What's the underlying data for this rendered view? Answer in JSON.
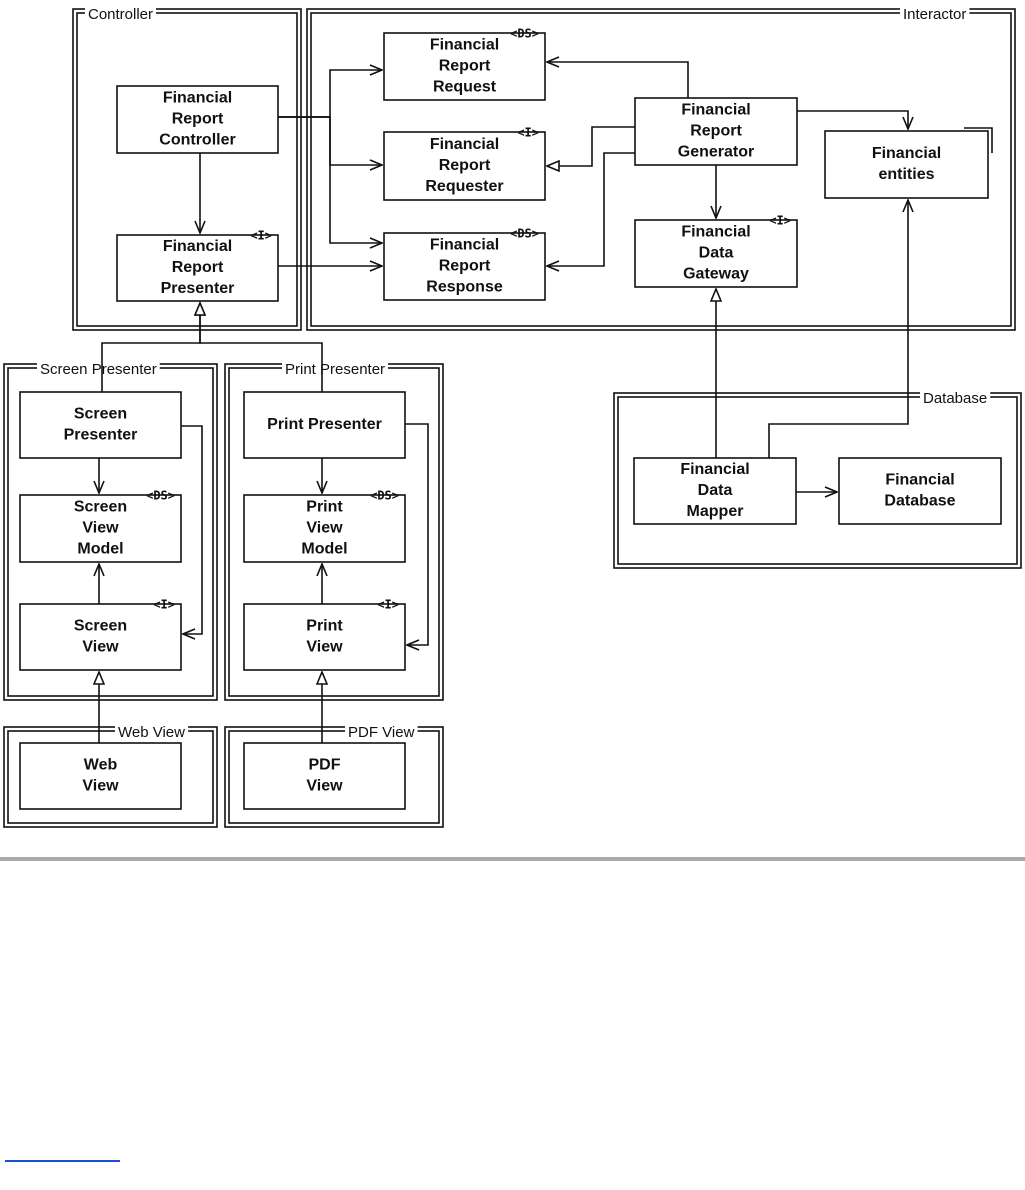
{
  "colors": {
    "ink": "#111111",
    "divider": "#a9a9a9",
    "link": "#1a4fd6",
    "background": "#ffffff"
  },
  "frames": [
    {
      "id": "controller",
      "label": "Controller"
    },
    {
      "id": "interactor",
      "label": "Interactor"
    },
    {
      "id": "screen-presenter",
      "label": "Screen Presenter"
    },
    {
      "id": "print-presenter",
      "label": "Print Presenter"
    },
    {
      "id": "database",
      "label": "Database"
    },
    {
      "id": "web-view",
      "label": "Web View"
    },
    {
      "id": "pdf-view",
      "label": "PDF View"
    }
  ],
  "components": [
    {
      "id": "financial-report-controller",
      "lines": [
        "Financial",
        "Report",
        "Controller"
      ],
      "stereotype": ""
    },
    {
      "id": "financial-report-presenter",
      "lines": [
        "Financial",
        "Report",
        "Presenter"
      ],
      "stereotype": "<I>"
    },
    {
      "id": "financial-report-request",
      "lines": [
        "Financial",
        "Report",
        "Request"
      ],
      "stereotype": "<DS>"
    },
    {
      "id": "financial-report-requester",
      "lines": [
        "Financial",
        "Report",
        "Requester"
      ],
      "stereotype": "<I>"
    },
    {
      "id": "financial-report-response",
      "lines": [
        "Financial",
        "Report",
        "Response"
      ],
      "stereotype": "<DS>"
    },
    {
      "id": "financial-report-generator",
      "lines": [
        "Financial",
        "Report",
        "Generator"
      ],
      "stereotype": ""
    },
    {
      "id": "financial-data-gateway",
      "lines": [
        "Financial",
        "Data",
        "Gateway"
      ],
      "stereotype": "<I>"
    },
    {
      "id": "financial-entities",
      "lines": [
        "Financial",
        "entities"
      ],
      "stereotype": ""
    },
    {
      "id": "screen-presenter-box",
      "lines": [
        "Screen",
        "Presenter"
      ],
      "stereotype": ""
    },
    {
      "id": "screen-view-model",
      "lines": [
        "Screen",
        "View",
        "Model"
      ],
      "stereotype": "<DS>"
    },
    {
      "id": "screen-view",
      "lines": [
        "Screen",
        "View"
      ],
      "stereotype": "<I>"
    },
    {
      "id": "print-presenter-box",
      "lines": [
        "Print Presenter"
      ],
      "stereotype": ""
    },
    {
      "id": "print-view-model",
      "lines": [
        "Print",
        "View",
        "Model"
      ],
      "stereotype": "<DS>"
    },
    {
      "id": "print-view",
      "lines": [
        "Print",
        "View"
      ],
      "stereotype": "<I>"
    },
    {
      "id": "financial-data-mapper",
      "lines": [
        "Financial",
        "Data",
        "Mapper"
      ],
      "stereotype": ""
    },
    {
      "id": "financial-database",
      "lines": [
        "Financial",
        "Database"
      ],
      "stereotype": ""
    },
    {
      "id": "web-view-box",
      "lines": [
        "Web",
        "View"
      ],
      "stereotype": ""
    },
    {
      "id": "pdf-view-box",
      "lines": [
        "PDF",
        "View"
      ],
      "stereotype": ""
    }
  ],
  "connections": [
    {
      "id": "controller-to-request",
      "from": "financial-report-controller",
      "to": "financial-report-request",
      "kind": "uses"
    },
    {
      "id": "controller-to-requester",
      "from": "financial-report-controller",
      "to": "financial-report-requester",
      "kind": "uses"
    },
    {
      "id": "controller-to-response",
      "from": "financial-report-controller",
      "to": "financial-report-response",
      "kind": "uses"
    },
    {
      "id": "controller-to-presenter",
      "from": "financial-report-controller",
      "to": "financial-report-presenter",
      "kind": "uses"
    },
    {
      "id": "presenter-to-response",
      "from": "financial-report-presenter",
      "to": "financial-report-response",
      "kind": "uses"
    },
    {
      "id": "generator-to-request",
      "from": "financial-report-generator",
      "to": "financial-report-request",
      "kind": "uses"
    },
    {
      "id": "generator-implements-requester",
      "from": "financial-report-generator",
      "to": "financial-report-requester",
      "kind": "implements"
    },
    {
      "id": "generator-to-response",
      "from": "financial-report-generator",
      "to": "financial-report-response",
      "kind": "uses"
    },
    {
      "id": "generator-to-entities",
      "from": "financial-report-generator",
      "to": "financial-entities",
      "kind": "uses"
    },
    {
      "id": "generator-to-gateway",
      "from": "financial-report-generator",
      "to": "financial-data-gateway",
      "kind": "uses"
    },
    {
      "id": "mapper-implements-gateway",
      "from": "financial-data-mapper",
      "to": "financial-data-gateway",
      "kind": "implements"
    },
    {
      "id": "mapper-to-entities",
      "from": "financial-data-mapper",
      "to": "financial-entities",
      "kind": "uses"
    },
    {
      "id": "mapper-to-database",
      "from": "financial-data-mapper",
      "to": "financial-database",
      "kind": "uses"
    },
    {
      "id": "screen-presenter-implements-presenter",
      "from": "screen-presenter-box",
      "to": "financial-report-presenter",
      "kind": "implements"
    },
    {
      "id": "print-presenter-implements-presenter",
      "from": "print-presenter-box",
      "to": "financial-report-presenter",
      "kind": "implements"
    },
    {
      "id": "screen-presenter-to-view-model",
      "from": "screen-presenter-box",
      "to": "screen-view-model",
      "kind": "uses"
    },
    {
      "id": "screen-view-to-view-model",
      "from": "screen-view",
      "to": "screen-view-model",
      "kind": "uses"
    },
    {
      "id": "screen-presenter-to-view",
      "from": "screen-presenter-box",
      "to": "screen-view",
      "kind": "uses"
    },
    {
      "id": "print-presenter-to-view-model",
      "from": "print-presenter-box",
      "to": "print-view-model",
      "kind": "uses"
    },
    {
      "id": "print-view-to-view-model",
      "from": "print-view",
      "to": "print-view-model",
      "kind": "uses"
    },
    {
      "id": "print-presenter-to-view",
      "from": "print-presenter-box",
      "to": "print-view",
      "kind": "uses"
    },
    {
      "id": "web-view-implements-screen-view",
      "from": "web-view-box",
      "to": "screen-view",
      "kind": "implements"
    },
    {
      "id": "pdf-view-implements-print-view",
      "from": "pdf-view-box",
      "to": "print-view",
      "kind": "implements"
    }
  ]
}
